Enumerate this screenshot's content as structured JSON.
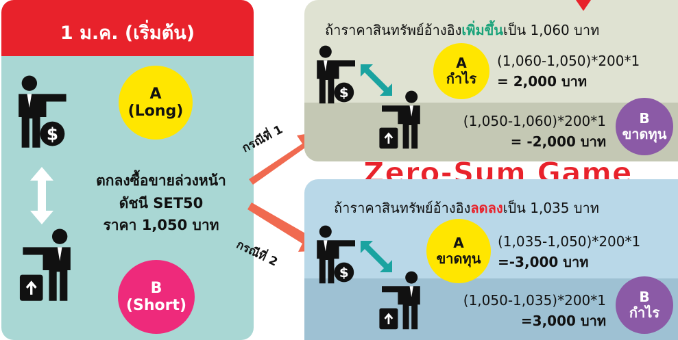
{
  "left": {
    "title": "1 ม.ค. (เริ่มต้น)",
    "party_a": {
      "line1": "A",
      "line2": "(Long)"
    },
    "party_b": {
      "line1": "B",
      "line2": "(Short)"
    },
    "contract": {
      "line1": "ตกลงซื้อขายล่วงหน้า",
      "line2": "ดัชนี SET50",
      "line3": "ราคา 1,050 บาท"
    }
  },
  "case1": {
    "label": "กรณีที่ 1",
    "headline_pre": "ถ้าราคาสินทรัพย์อ้างอิง",
    "headline_highlight": "เพิ่มขึ้น",
    "headline_post": "เป็น 1,060 บาท",
    "a": {
      "line1": "A",
      "line2": "กำไร"
    },
    "a_formula": "(1,060-1,050)*200*1",
    "a_result": "= 2,000 บาท",
    "b": {
      "line1": "B",
      "line2": "ขาดทุน"
    },
    "b_formula": "(1,050-1,060)*200*1",
    "b_result": "= -2,000 บาท"
  },
  "zero_sum": "Zero-Sum Game",
  "case2": {
    "label": "กรณีที่ 2",
    "headline_pre": "ถ้าราคาสินทรัพย์อ้างอิง",
    "headline_highlight": "ลดลง",
    "headline_post": "เป็น 1,035 บาท",
    "a": {
      "line1": "A",
      "line2": "ขาดทุน"
    },
    "a_formula": "(1,035-1,050)*200*1",
    "a_result": "=-3,000 บาท",
    "b": {
      "line1": "B",
      "line2": "กำไร"
    },
    "b_formula": "(1,050-1,035)*200*1",
    "b_result": "=3,000 บาท"
  },
  "colors": {
    "red": "#e8222b",
    "teal": "#a9d7d4",
    "yellow": "#ffe600",
    "pink": "#ee2a7b",
    "purple": "#8b5aa6",
    "green": "#1aa37a",
    "arrow": "#f06a50"
  }
}
